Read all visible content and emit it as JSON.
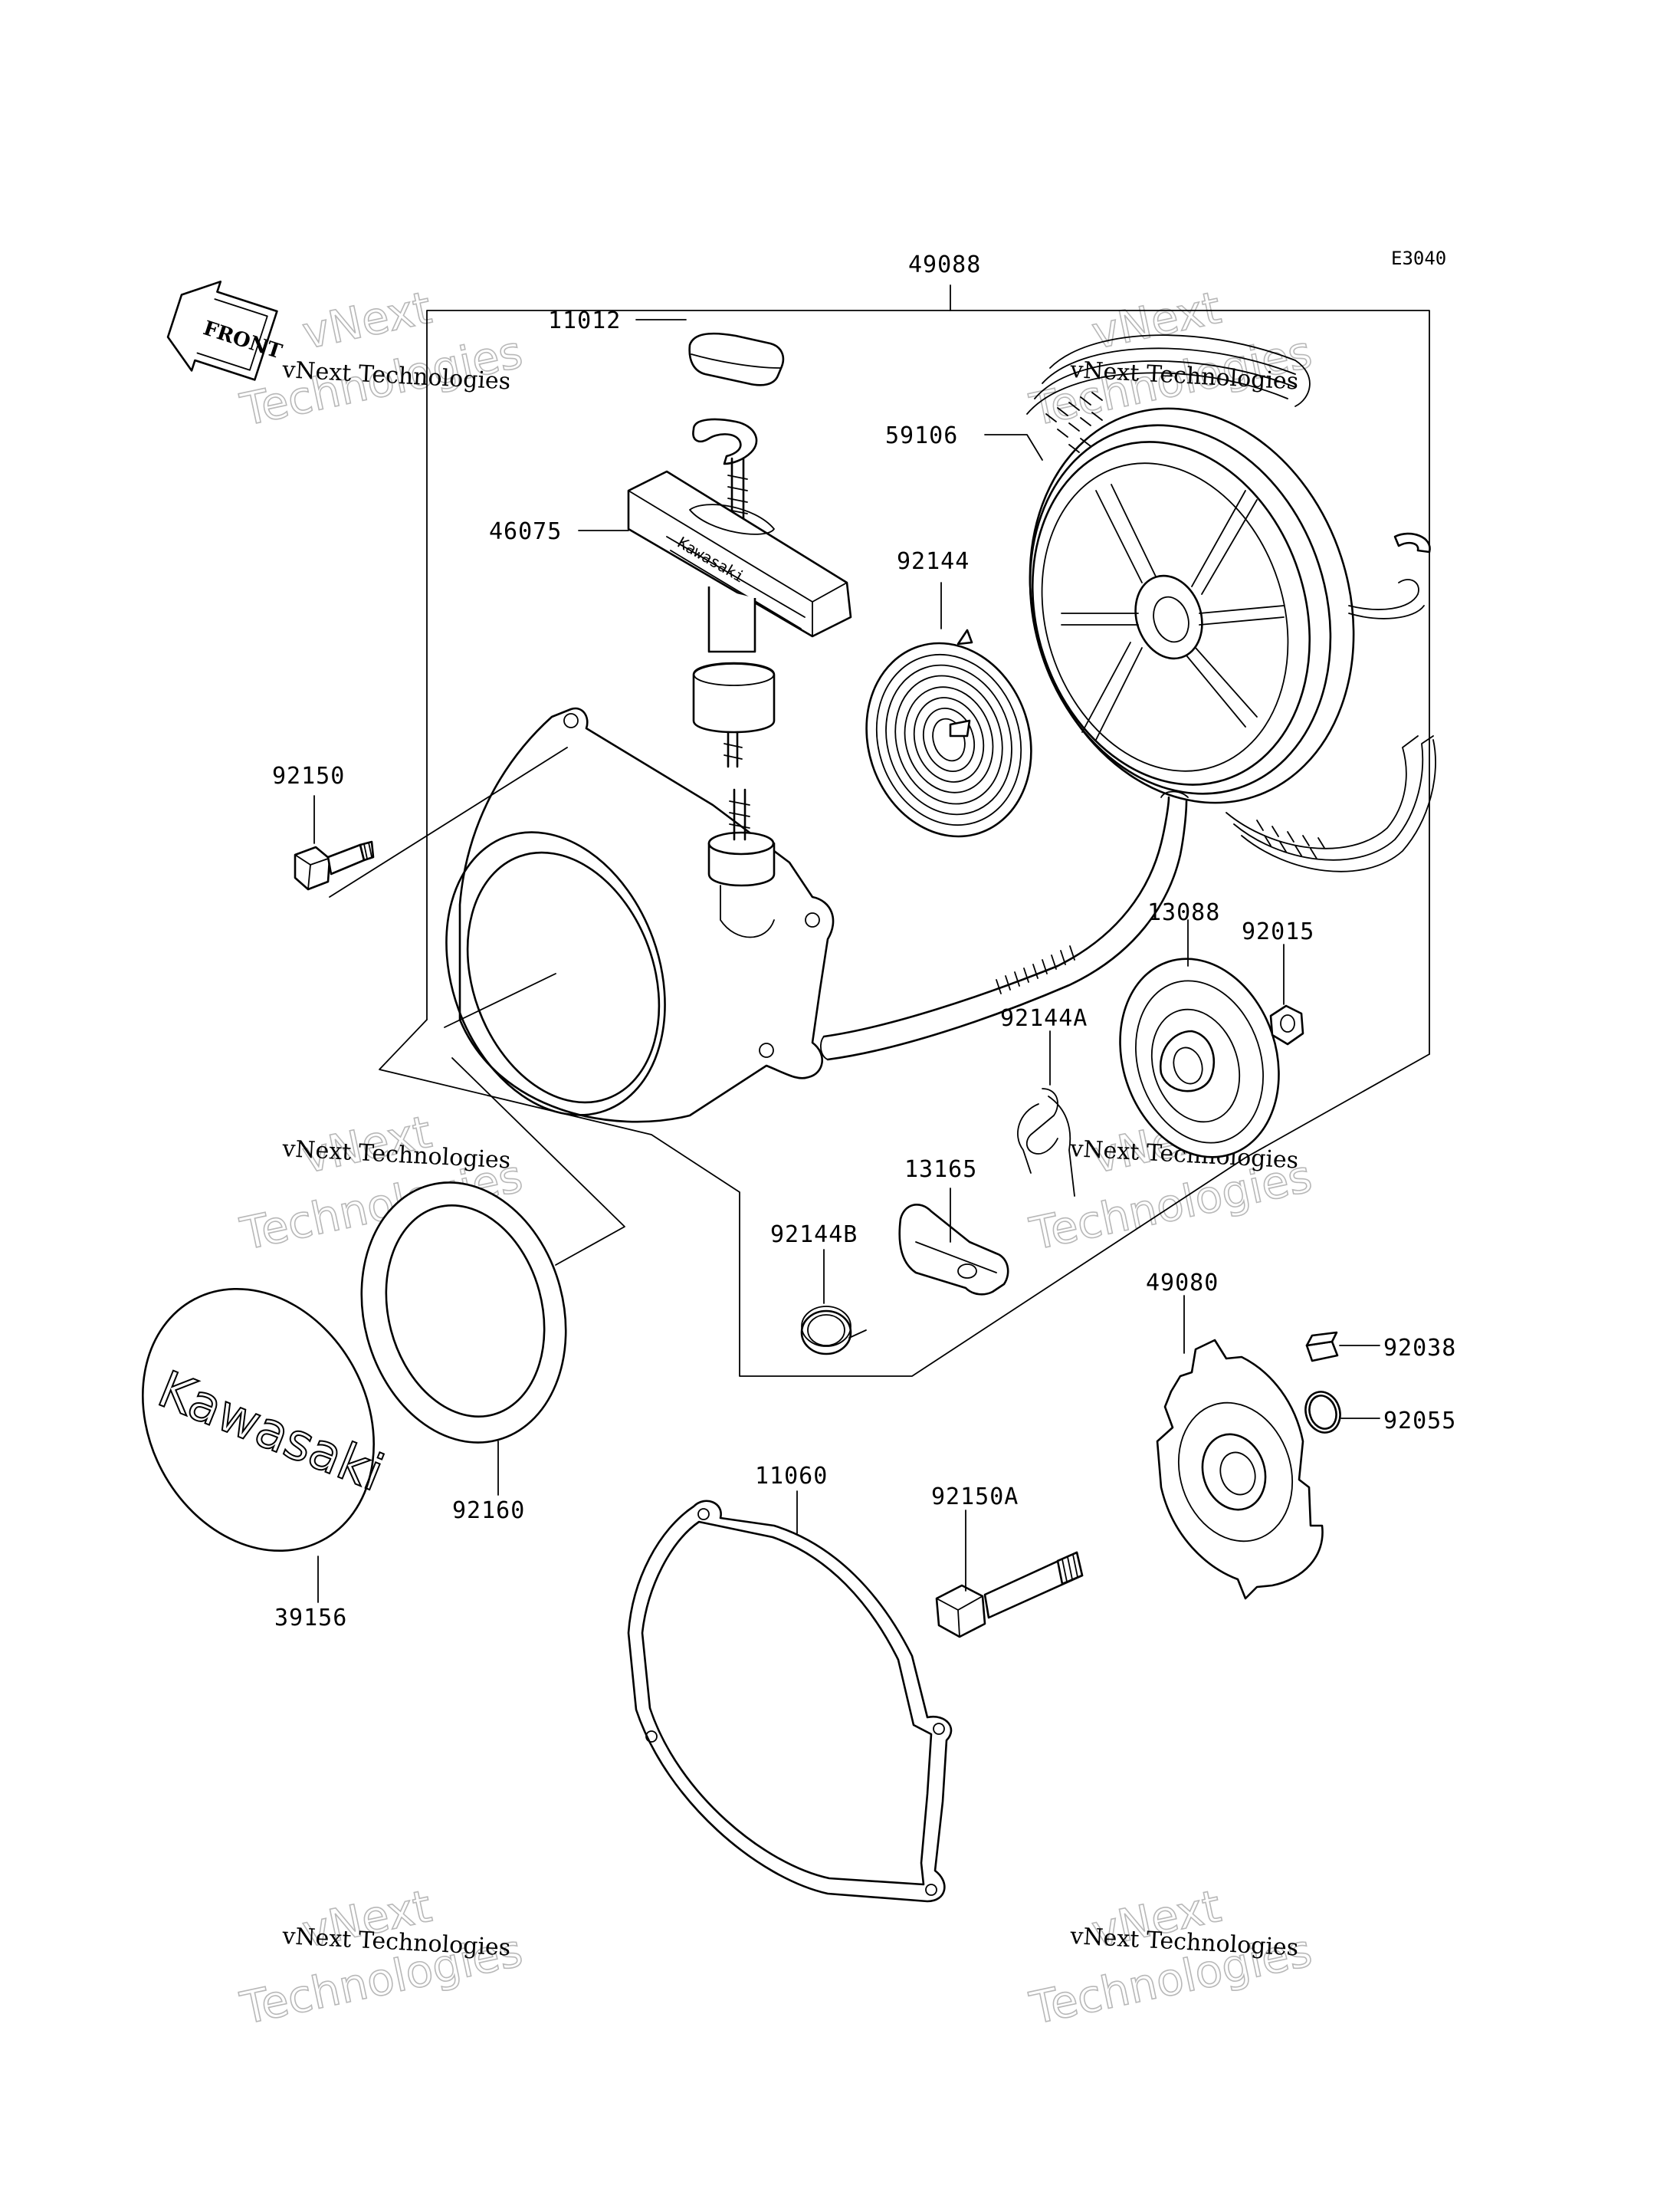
{
  "diagram": {
    "code": "E3040",
    "front_label": "FRONT",
    "watermark": {
      "line_small": "vNext Technologies",
      "line_big_1": "vNext",
      "line_big_2": "Technologies"
    },
    "logo_text": "Kawasaki",
    "grip_text": "Kawasaki",
    "parts": [
      "49088",
      "11012",
      "59106",
      "46075",
      "92144",
      "92150",
      "13088",
      "92015",
      "92144A",
      "13165",
      "92144B",
      "49080",
      "92038",
      "92055",
      "92160",
      "39156",
      "11060",
      "92150A"
    ]
  }
}
